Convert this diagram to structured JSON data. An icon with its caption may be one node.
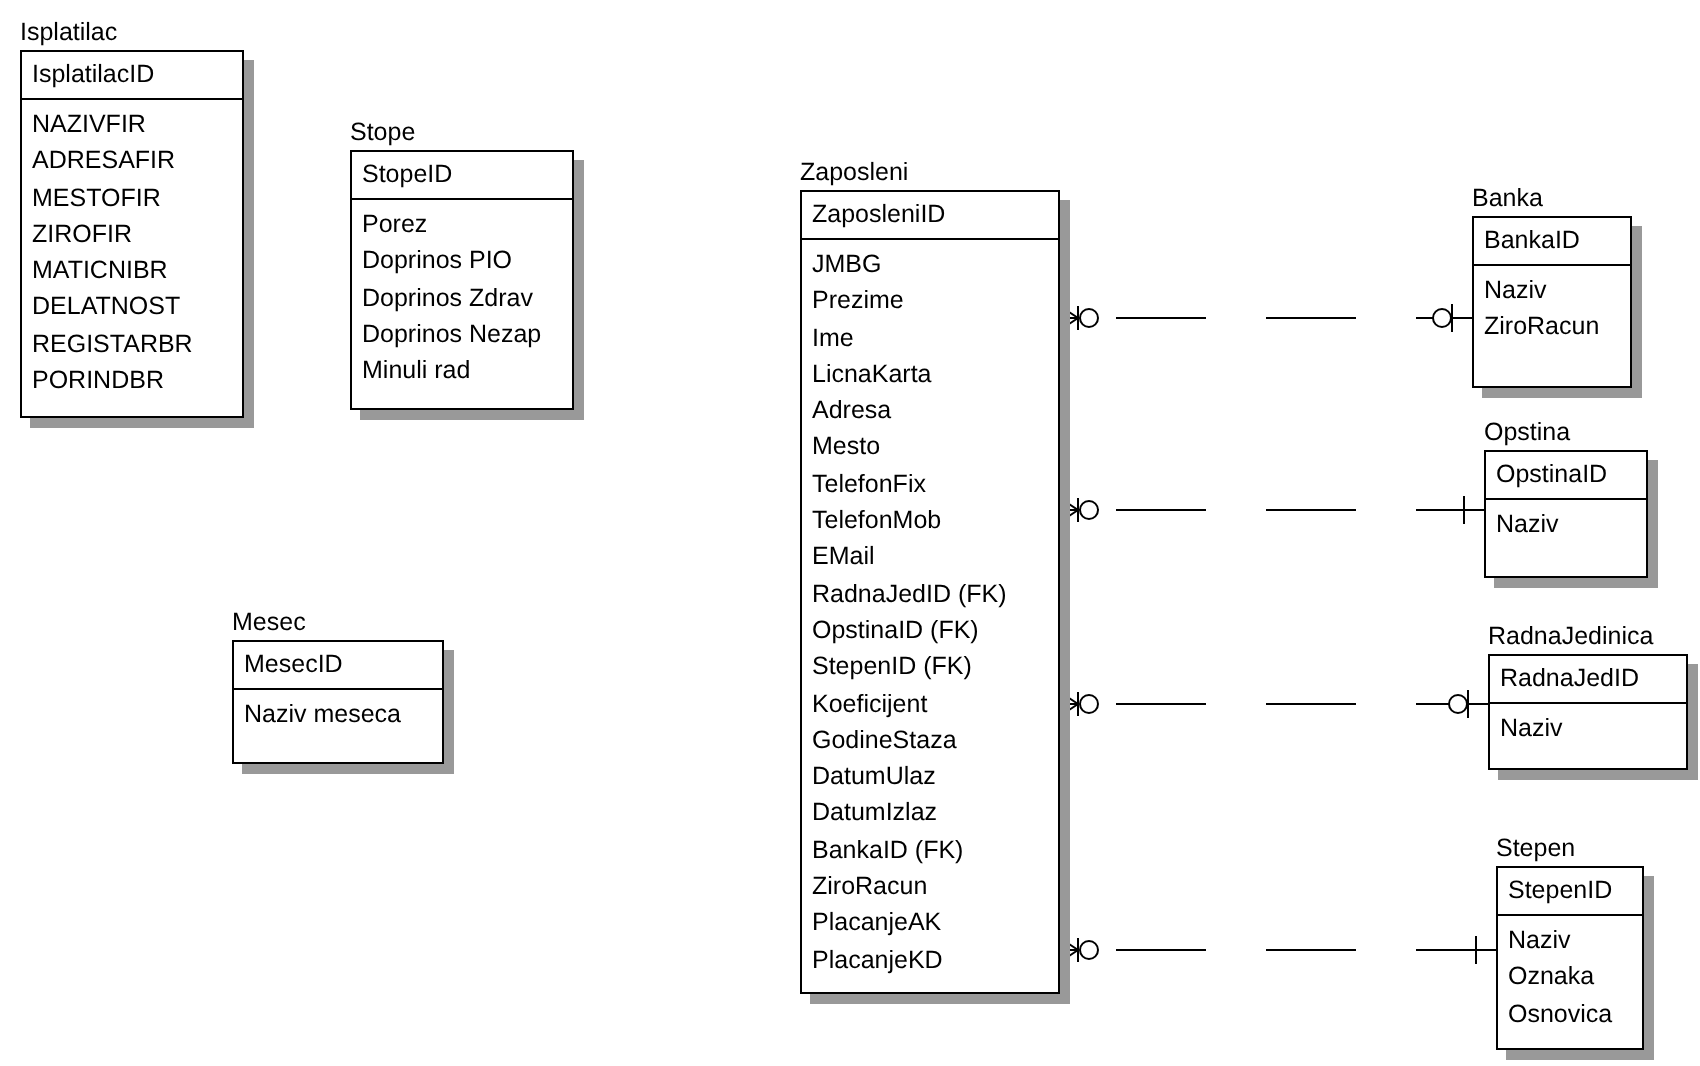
{
  "diagram": {
    "nodes": [
      {
        "text": [
          "Isplatilac",
          "IsplatilacID",
          "NAZIVFIR",
          "ADRESAFIR",
          "MESTOFIR",
          "ZIROFIR",
          "MATICNIBR",
          "DELATNOST",
          "REGISTARBR",
          "PORINDBR"
        ]
      },
      {
        "text": [
          "Stope",
          "StopeID",
          "Porez",
          "Doprinos PIO",
          "Doprinos Zdrav",
          "Doprinos Nezap",
          "Minuli rad"
        ]
      },
      {
        "text": [
          "Mesec",
          "MesecID",
          "Naziv meseca"
        ]
      },
      {
        "text": [
          "Zaposleni",
          "ZaposleniID",
          "JMBG",
          "Prezime",
          "Ime",
          "LicnaKarta",
          "Adresa",
          "Mesto",
          "TelefonFix",
          "TelefonMob",
          "EMail",
          "RadnaJedID (FK)",
          "OpstinaID (FK)",
          "StepenID (FK)",
          "Koeficijent",
          "GodineStaza",
          "DatumUlaz",
          "DatumIzlaz",
          "BankaID (FK)",
          "ZiroRacun",
          "PlacanjeAK",
          "PlacanjeKD"
        ]
      },
      {
        "text": [
          "Banka",
          "BankaID",
          "Naziv",
          "ZiroRacun"
        ]
      },
      {
        "text": [
          "Opstina",
          "OpstinaID",
          "Naziv"
        ]
      },
      {
        "text": [
          "RadnaJedinica",
          "RadnaJedID",
          "Naziv"
        ]
      },
      {
        "text": [
          "Stepen",
          "StepenID",
          "Naziv",
          "Oznaka",
          "Osnovica"
        ]
      }
    ],
    "edges": [
      {
        "from": 3,
        "to": 4,
        "arrow": "other",
        "style": "dashed"
      },
      {
        "from": 3,
        "to": 5,
        "arrow": "other",
        "style": "dashed"
      },
      {
        "from": 3,
        "to": 6,
        "arrow": "other",
        "style": "dashed"
      },
      {
        "from": 3,
        "to": 7,
        "arrow": "other",
        "style": "dashed"
      }
    ]
  }
}
